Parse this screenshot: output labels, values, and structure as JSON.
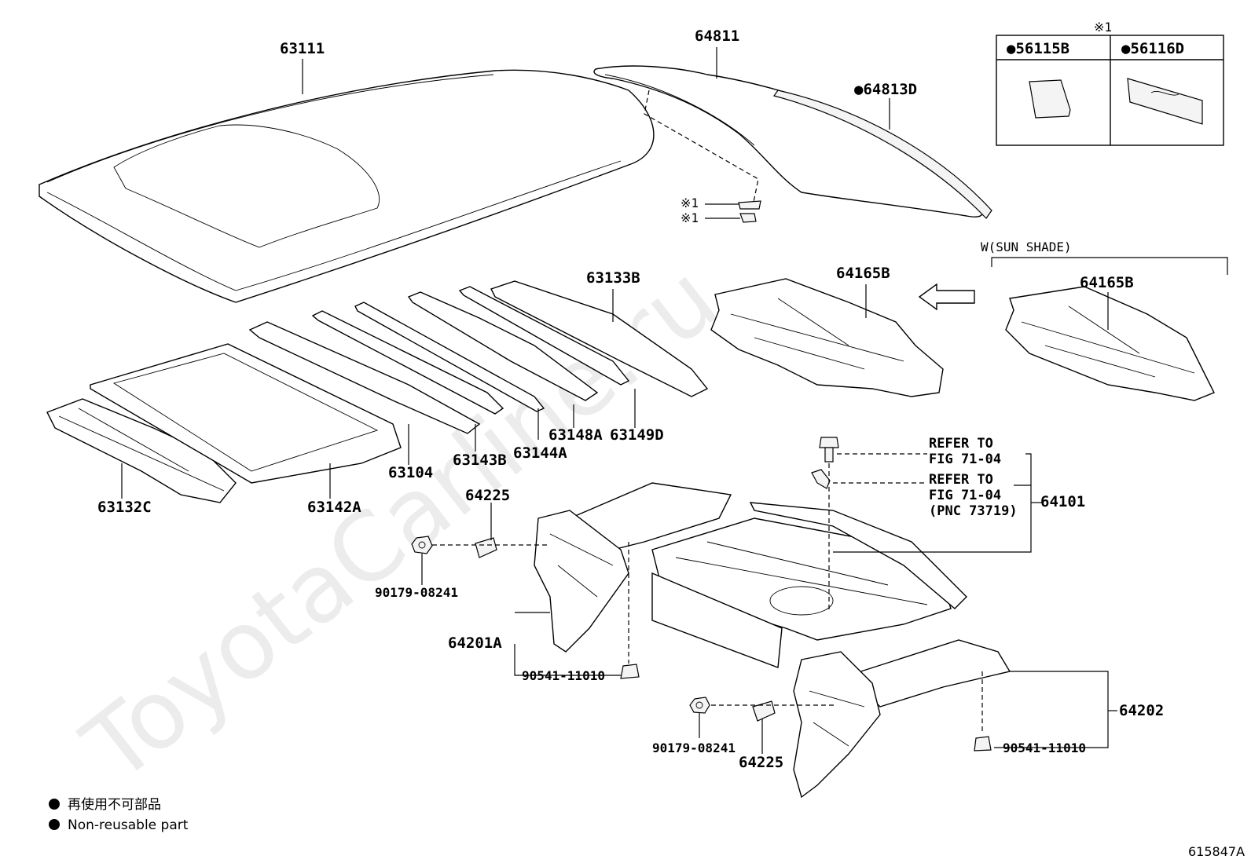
{
  "watermark": "ToyotaCarline.ru",
  "parts": {
    "p63111": "63111",
    "p64811": "64811",
    "p64813D": "●64813D",
    "p63133B": "63133B",
    "p64165B_main": "64165B",
    "p64165B_shade": "64165B",
    "p63132C": "63132C",
    "p63142A": "63142A",
    "p63104": "63104",
    "p63143B": "63143B",
    "p63144A": "63144A",
    "p63148A": "63148A",
    "p63149D": "63149D",
    "p64225_top": "64225",
    "p64225_bottom": "64225",
    "p90179_left": "90179-08241",
    "p90179_right": "90179-08241",
    "p64201A": "64201A",
    "p90541_left": "90541-11010",
    "p90541_right": "90541-11010",
    "p64101": "64101",
    "p64202": "64202"
  },
  "notes": {
    "clip1": "※1",
    "clip2": "※1",
    "sun_shade": "W(SUN SHADE)"
  },
  "refer": {
    "ref1_line1": "REFER TO",
    "ref1_line2": "FIG 71-04",
    "ref2_line1": "REFER TO",
    "ref2_line2": "FIG 71-04",
    "ref2_line3": "(PNC 73719)"
  },
  "inset": {
    "mark": "※1",
    "left_label": "●56115B",
    "right_label": "●56116D"
  },
  "legend": {
    "line1": "再使用不可部品",
    "line2": "Non-reusable part"
  },
  "figure_id": "615847A"
}
